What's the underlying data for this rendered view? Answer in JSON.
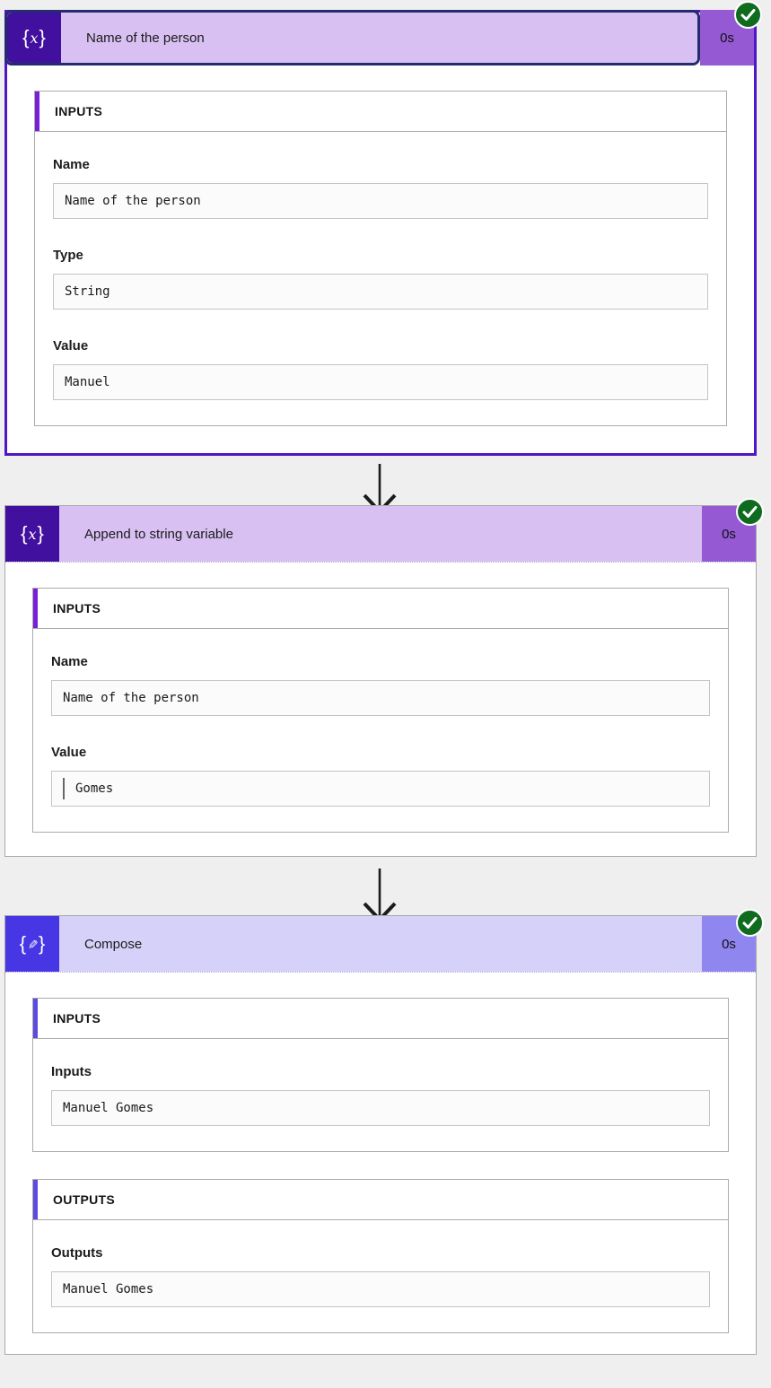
{
  "colors": {
    "canvas_background": "#efefef",
    "variable_icon_bg": "#42109e",
    "variable_header_bg": "#d9c0f3",
    "variable_duration_bg": "#9559d4",
    "variable_section_accent": "#7a1fd8",
    "compose_icon_bg": "#4636e4",
    "compose_header_bg": "#d5d1f8",
    "compose_duration_bg": "#9086ef",
    "compose_section_accent": "#5b4be0",
    "selected_header_outline": "#232d6e",
    "selected_card_border": "#4e16c4",
    "success_badge": "#0f6b1e",
    "arrow": "#1b1b1b"
  },
  "glyphs": {
    "brace_open": "{",
    "brace_close": "}",
    "variable_x": "x",
    "pencil": "✎"
  },
  "flow": {
    "cards": [
      {
        "title": "Name of the person",
        "duration": "0s",
        "status": "succeeded",
        "icon": "variable-braces-x",
        "selected": true,
        "sections": [
          {
            "heading": "INPUTS",
            "fields": [
              {
                "label": "Name",
                "value": "Name of the person"
              },
              {
                "label": "Type",
                "value": "String"
              },
              {
                "label": "Value",
                "value": "Manuel"
              }
            ]
          }
        ]
      },
      {
        "title": "Append to string variable",
        "duration": "0s",
        "status": "succeeded",
        "icon": "variable-braces-x",
        "selected": false,
        "sections": [
          {
            "heading": "INPUTS",
            "fields": [
              {
                "label": "Name",
                "value": "Name of the person"
              },
              {
                "label": "Value",
                "value": "Gomes",
                "leading_space": true
              }
            ]
          }
        ]
      },
      {
        "title": "Compose",
        "duration": "0s",
        "status": "succeeded",
        "icon": "compose-braces-pencil",
        "selected": false,
        "sections": [
          {
            "heading": "INPUTS",
            "fields": [
              {
                "label": "Inputs",
                "value": "Manuel Gomes"
              }
            ]
          },
          {
            "heading": "OUTPUTS",
            "fields": [
              {
                "label": "Outputs",
                "value": "Manuel Gomes"
              }
            ]
          }
        ]
      }
    ]
  }
}
